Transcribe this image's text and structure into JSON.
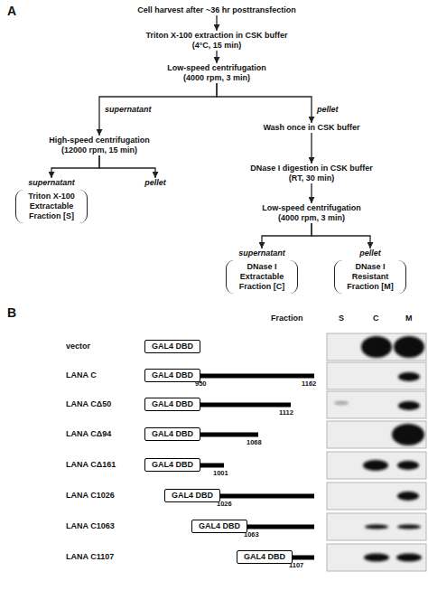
{
  "diagram": {
    "nodes": [
      {
        "text": [
          "Cell harvest after ~36 hr posttransfection"
        ]
      },
      {
        "text": [
          "Triton X-100 extraction in CSK buffer (4°C, 15 min)"
        ]
      },
      {
        "text": [
          "Low-speed centrifugation (4000 rpm, 3 min)"
        ]
      },
      {
        "text": [
          "High-speed centrifugation (12000 rpm, 15 min)"
        ]
      },
      {
        "text": [
          "Wash once in CSK buffer"
        ]
      },
      {
        "text": [
          "DNase I digestion in CSK buffer (RT, 30 min)"
        ]
      },
      {
        "text": [
          "Low-speed centrifugation (4000 rpm, 3 min)"
        ]
      },
      {
        "text": [
          "supernatant",
          "Triton X-100 Extractable Fraction [S]"
        ]
      },
      {
        "text": [
          "pellet"
        ]
      },
      {
        "text": [
          "supernatant",
          "DNase I Extractable Fraction [C]"
        ]
      },
      {
        "text": [
          "pellet",
          "DNase I Resistant Fraction [M]"
        ]
      },
      {
        "text": [
          "GAL4 DBD"
        ]
      },
      {
        "text": [
          "GAL4 DBD"
        ]
      },
      {
        "text": [
          "GAL4 DBD"
        ]
      },
      {
        "text": [
          "GAL4 DBD"
        ]
      },
      {
        "text": [
          "GAL4 DBD"
        ]
      },
      {
        "text": [
          "GAL4 DBD"
        ]
      },
      {
        "text": [
          "GAL4 DBD"
        ]
      },
      {
        "text": [
          "GAL4 DBD"
        ]
      }
    ],
    "edges": [
      {
        "from": 0,
        "to": 1,
        "arrow": "to"
      },
      {
        "from": 1,
        "to": 2,
        "arrow": "to"
      },
      {
        "from": 2,
        "to": 3,
        "label": "supernatant",
        "arrow": "to"
      },
      {
        "from": 2,
        "to": 4,
        "label": "pellet",
        "arrow": "to"
      },
      {
        "from": 3,
        "to": 7,
        "arrow": "to"
      },
      {
        "from": 3,
        "to": 8,
        "arrow": "to"
      },
      {
        "from": 4,
        "to": 5,
        "arrow": "to"
      },
      {
        "from": 5,
        "to": 6,
        "arrow": "to"
      },
      {
        "from": 6,
        "to": 9,
        "arrow": "to"
      },
      {
        "from": 6,
        "to": 10,
        "arrow": "to"
      }
    ],
    "labels": [
      "A",
      "B",
      "Fraction",
      "S",
      "C",
      "M",
      "vector",
      "LANA C",
      "950",
      "1162",
      "LANA CΔ50",
      "1112",
      "LANA CΔ94",
      "1068",
      "LANA CΔ161",
      "1001",
      "LANA C1026",
      "1026",
      "LANA C1063",
      "1063",
      "LANA C1107",
      "1107"
    ]
  }
}
